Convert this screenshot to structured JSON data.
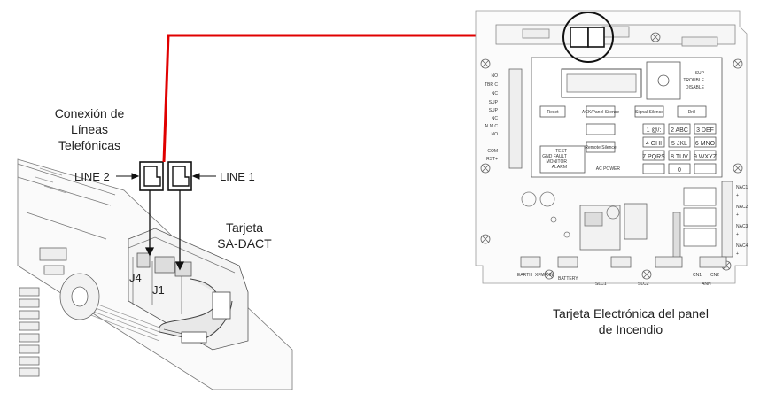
{
  "labels": {
    "phone_lines_title": [
      "Conexión de",
      "Líneas",
      "Telefónicas"
    ],
    "line2": "LINE 2",
    "line1": "LINE 1",
    "dact_title": [
      "Tarjeta",
      "SA-DACT"
    ],
    "j4": "J4",
    "j1": "J1",
    "panel_caption": [
      "Tarjeta Electrónica del panel",
      "de Incendio"
    ]
  },
  "panel_left_terminals": [
    "NO",
    "TBR C",
    "NC",
    "SUP",
    "SUP",
    "NC",
    "ALM C",
    "NO",
    "",
    "COM",
    "RST+"
  ],
  "panel_right_terminals": [
    "NAC1",
    "+",
    "NAC2",
    "+",
    "NAC3",
    "+",
    "NAC4",
    "+"
  ],
  "panel_buttons": {
    "reset": "Reset",
    "ack": "ACK/Panel Silence",
    "signal_silence": "Signal Silence",
    "drill": "Drill",
    "remote": "Remote Silence"
  },
  "panel_leds": [
    "TEST",
    "GND FAULT",
    "MONITOR",
    "ALARM",
    "AC POWER"
  ],
  "panel_status_leds": [
    "SUP",
    "TROUBLE",
    "DISABLE"
  ],
  "keypad": [
    "1 @/:",
    "2 ABC",
    "3 DEF",
    "4 GHI",
    "5 JKL",
    "6 MNO",
    "7 PQRS",
    "8 TUV",
    "9 WXYZ",
    "",
    "0",
    ""
  ],
  "panel_bottom_labels": [
    "EARTH",
    "XFMR IN",
    "BATTERY",
    "SLC1",
    "SLC2",
    "CN1",
    "CN2",
    "ANN"
  ],
  "colors": {
    "connector_line": "#e00000",
    "drawing": "#555555"
  }
}
